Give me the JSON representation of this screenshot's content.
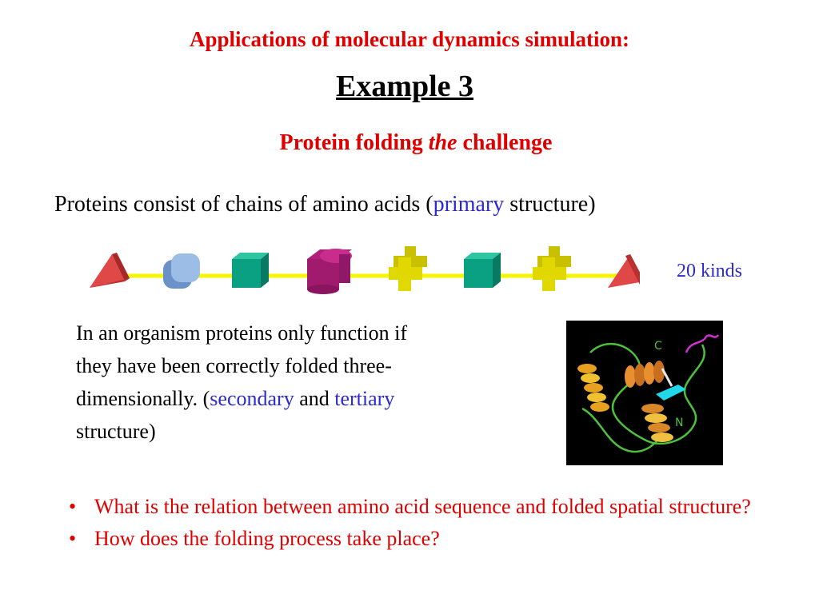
{
  "slide": {
    "title": "Applications of molecular dynamics simulation:",
    "example": "Example 3",
    "subtitle": {
      "part1": "Protein folding ",
      "italic": "the",
      "part2": " challenge"
    },
    "intro": {
      "before": "Proteins consist of chains of amino acids (",
      "highlight": "primary",
      "after": " structure)"
    },
    "kinds_label": "20 kinds",
    "paragraph": {
      "text1": "In an organism proteins only function if they have been correctly folded three-dimensionally. (",
      "highlight1": "secondary",
      "text2": " and ",
      "highlight2": "tertiary",
      "text3": " structure)"
    },
    "protein_labels": {
      "c_terminus": "C",
      "n_terminus": "N"
    },
    "questions": [
      "What is the relation between amino acid sequence and folded spatial structure?",
      "How does the folding process take place?"
    ]
  },
  "colors": {
    "title_red": "#e00000",
    "highlight_blue": "#2a2ad0",
    "chain_yellow": "#f5f500",
    "triangle_red": "#d93a3a",
    "octagon_blue": "#7aa3d6",
    "cube_green": "#0aa082",
    "cylinder_magenta": "#b0207a",
    "cross_yellow": "#d4cc00"
  }
}
